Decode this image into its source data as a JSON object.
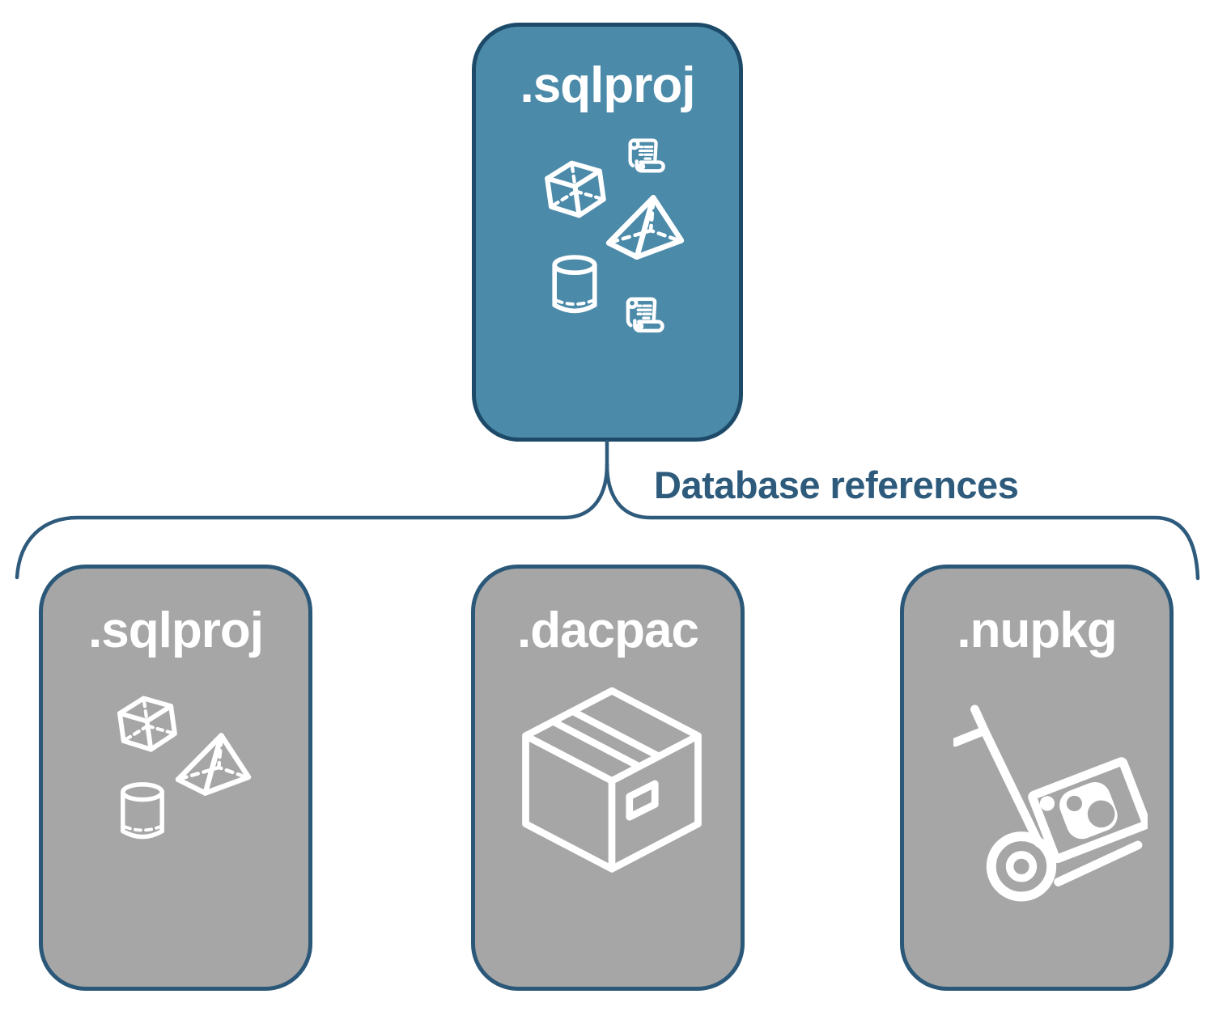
{
  "diagram": {
    "parent": {
      "label": ".sqlproj",
      "icons": [
        "script-icon",
        "cube-icon",
        "pyramid-icon",
        "cylinder-icon",
        "script-icon"
      ]
    },
    "connector": {
      "label": "Database references"
    },
    "children": [
      {
        "label": ".sqlproj",
        "icons": [
          "cube-icon",
          "pyramid-icon",
          "cylinder-icon"
        ]
      },
      {
        "label": ".dacpac",
        "icons": [
          "package-box-icon"
        ]
      },
      {
        "label": ".nupkg",
        "icons": [
          "nuget-hand-truck-icon"
        ]
      }
    ],
    "colors": {
      "background": "#ffffff",
      "parent_fill": "#4b8aa9",
      "parent_border": "#1d4a68",
      "child_fill": "#a6a6a6",
      "child_border": "#2b5878",
      "connector_stroke": "#2e5a7c",
      "connector_text": "#2e5a7c",
      "title_text": "#ffffff",
      "icon_stroke": "#ffffff"
    }
  }
}
